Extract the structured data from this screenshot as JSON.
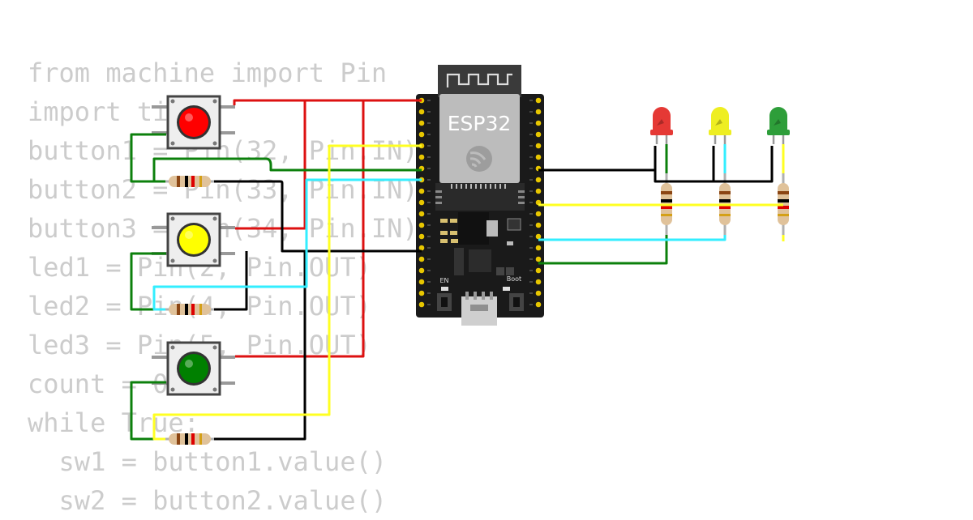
{
  "code": {
    "lines": [
      "from machine import Pin",
      "import time",
      "button1 = Pin(32, Pin.IN)",
      "button2 = Pin(33, Pin.IN)",
      "button3 = Pin(34, Pin.IN)",
      "led1 = Pin(2, Pin.OUT)",
      "led2 = Pin(4, Pin.OUT)",
      "led3 = Pin(5, Pin.OUT)",
      "count = 0",
      "while True:",
      "  sw1 = button1.value()",
      "  sw2 = button2.value()"
    ]
  },
  "board": {
    "name": "ESP32",
    "en_label": "EN",
    "boot_label": "Boot"
  },
  "buttons": [
    {
      "color": "#ff0000"
    },
    {
      "color": "#ffff00"
    },
    {
      "color": "#008000"
    }
  ],
  "leds": [
    {
      "color": "#e53935"
    },
    {
      "color": "#eeee22"
    },
    {
      "color": "#2e9e3a"
    }
  ],
  "wire_colors": {
    "red": "#dd1111",
    "green": "#0c800c",
    "black": "#000000",
    "yellow": "#ffff22",
    "cyan": "#33eeff"
  }
}
